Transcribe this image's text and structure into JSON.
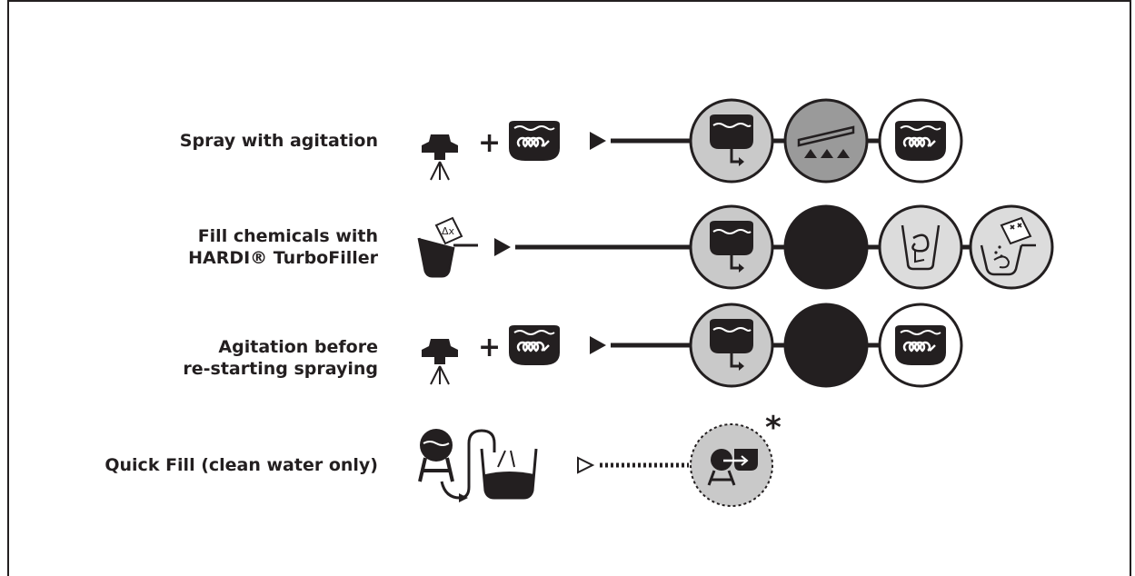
{
  "rows": [
    {
      "id": "spray",
      "label": [
        "Spray with agitation"
      ]
    },
    {
      "id": "fill",
      "label": [
        "Fill chemicals with",
        "HARDI® TurboFiller"
      ]
    },
    {
      "id": "agitation",
      "label": [
        "Agitation before",
        "re-starting spraying"
      ]
    },
    {
      "id": "quickfill",
      "label": [
        "Quick Fill (clean water only)"
      ]
    }
  ],
  "operators": {
    "plus": "+",
    "asterisk": "*"
  },
  "colors": {
    "ink": "#231f20",
    "light_grey": "#c9c9c9",
    "mid_grey": "#9a9a9a",
    "valve_off": "#231f20"
  }
}
